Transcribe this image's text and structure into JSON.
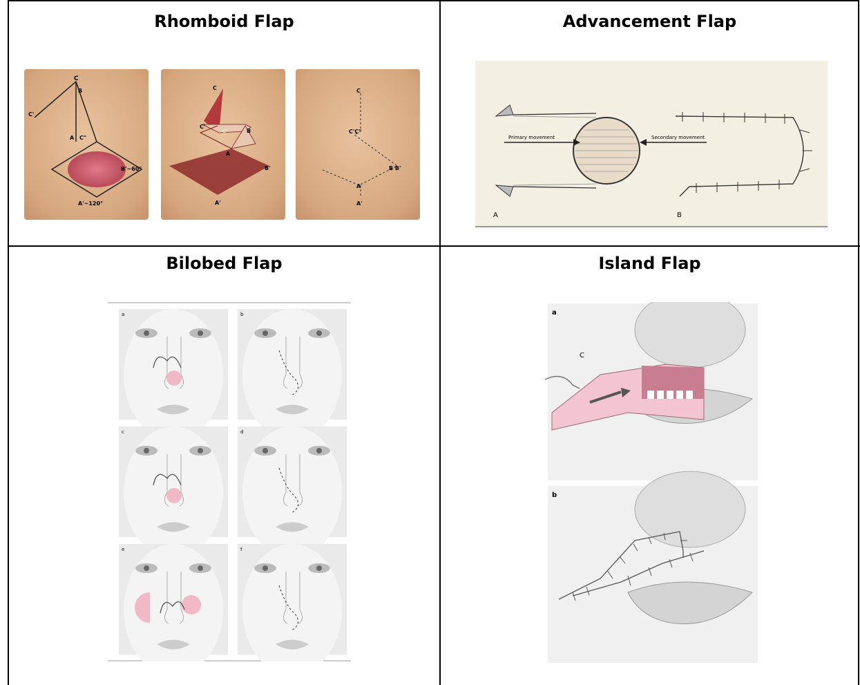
{
  "panels": {
    "rhomboid": {
      "title": "Rhomboid Flap",
      "labels": {
        "c": "C",
        "b": "B",
        "c_prime": "C'",
        "a": "A",
        "c_dprime": "C\"",
        "b_prime_angle": "B'~60°",
        "a_prime_angle": "A'~120°",
        "c2": "C",
        "c_prime2": "C'",
        "c_dprime2": "C\"",
        "b2": "B",
        "a2": "A",
        "b_prime2": "B'",
        "a_prime2": "A'",
        "c3": "C",
        "c_prime_c_dprime3": "C'C\"",
        "b_b_prime3": "B B'",
        "a3": "A",
        "a_prime3": "A'"
      }
    },
    "advancement": {
      "title": "Advancement Flap",
      "primary": "Primary movement",
      "secondary": "Secondary movement",
      "label_a": "A",
      "label_b": "B"
    },
    "bilobed": {
      "title": "Bilobed Flap",
      "sub": [
        "a",
        "b",
        "c",
        "d",
        "e",
        "f"
      ]
    },
    "island": {
      "title": "Island Flap",
      "label_a": "a",
      "label_b": "b",
      "label_c": "C"
    }
  },
  "colors": {
    "skin": "#e2b48c",
    "skin_dark": "#c9956a",
    "wound": "#c0505a",
    "pink": "#f1b9c8",
    "paper": "#f4efe3"
  }
}
